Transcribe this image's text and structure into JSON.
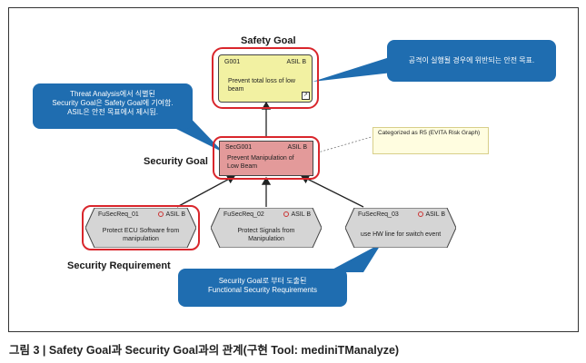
{
  "labels": {
    "safety_goal": "Safety Goal",
    "security_goal": "Security Goal",
    "security_requirement": "Security Requirement"
  },
  "safety_goal_node": {
    "id": "G001",
    "asil": "ASIL B",
    "text_line1": "Prevent total loss of low",
    "text_line2": "beam"
  },
  "security_goal_node": {
    "id": "SecG001",
    "asil": "ASIL B",
    "text_line1": "Prevent Manipulation of",
    "text_line2": "Low Beam"
  },
  "requirements": [
    {
      "id": "FuSecReq_01",
      "asil": "ASIL B",
      "text_line1": "Protect ECU Software from",
      "text_line2": "manipulation"
    },
    {
      "id": "FuSecReq_02",
      "asil": "ASIL B",
      "text_line1": "Protect Signals from",
      "text_line2": "Manipulation"
    },
    {
      "id": "FuSecReq_03",
      "asil": "ASIL B",
      "text_line1": "use HW line for switch event",
      "text_line2": ""
    }
  ],
  "note": "Categorized as R5 (EVITA Risk Graph)",
  "callouts": {
    "safety": "공격이 실행될 경우에 위반되는 안전 목표.",
    "threat_line1": "Threat Analysis에서 식별된",
    "threat_line2": "Security Goal은 Safety Goal에 기여함.",
    "threat_line3": "ASIL은 안전 목표에서 제시됨.",
    "req_line1": "Security Goal로 부터 도출된",
    "req_line2": "Functional Security Requirements"
  },
  "caption": "그림 3 |  Safety Goal과 Security Goal과의 관계(구현 Tool: mediniTManalyze)",
  "colors": {
    "safety_goal_fill": "#f2f1a2",
    "security_goal_fill": "#e39a9a",
    "requirement_fill": "#d5d5d5",
    "highlight": "#d9262c",
    "callout_fill": "#1f6db0",
    "note_fill": "#fffde0"
  }
}
